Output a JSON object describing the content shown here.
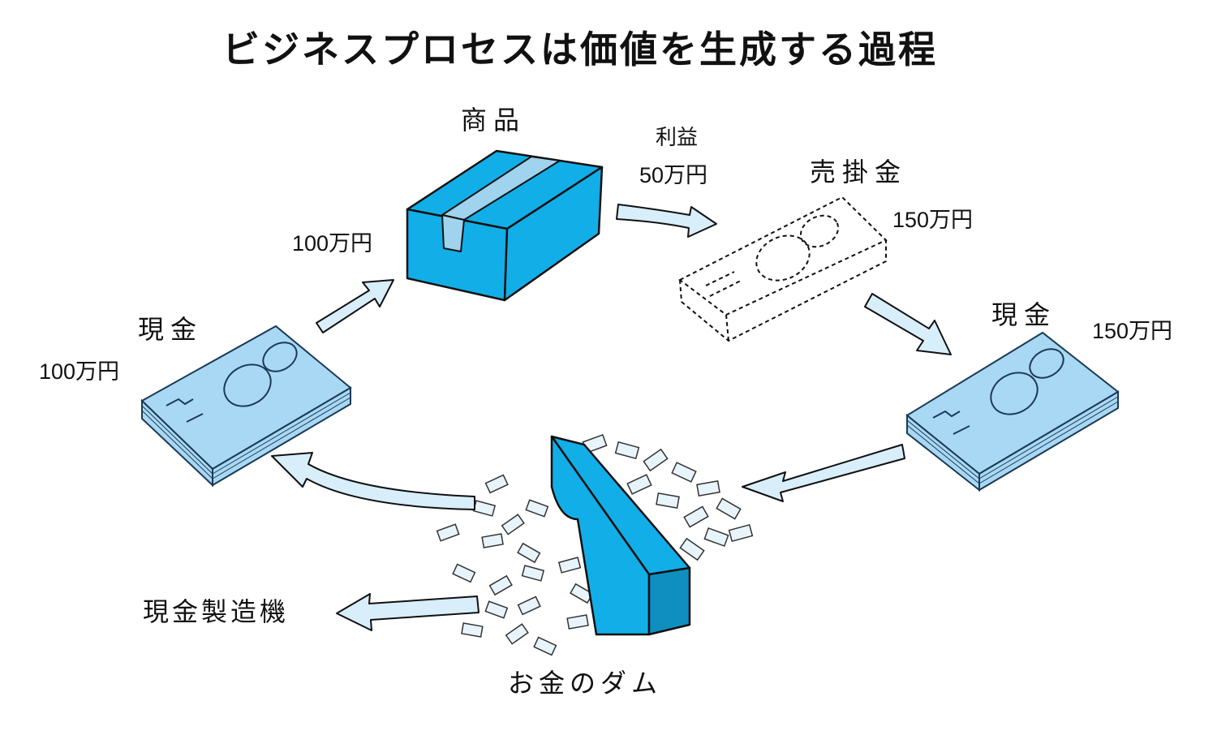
{
  "title": "ビジネスプロセスは価値を生成する過程",
  "nodes": {
    "product": {
      "label": "商品"
    },
    "receivable": {
      "label": "売掛金",
      "amount": "150万円"
    },
    "cash_right": {
      "label": "現金",
      "amount": "150万円"
    },
    "cash_left": {
      "label": "現金",
      "amount": "100万円"
    },
    "dam": {
      "label": "お金のダム"
    },
    "machine": {
      "label": "現金製造機"
    }
  },
  "edges": {
    "cash_to_product": {
      "amount": "100万円"
    },
    "product_to_receivable": {
      "label": "利益",
      "amount": "50万円"
    }
  },
  "colors": {
    "box_blue": "#12aee8",
    "money_blue": "#a9d8f4",
    "arrow_fill": "#d8eefb",
    "ink": "#111111"
  }
}
